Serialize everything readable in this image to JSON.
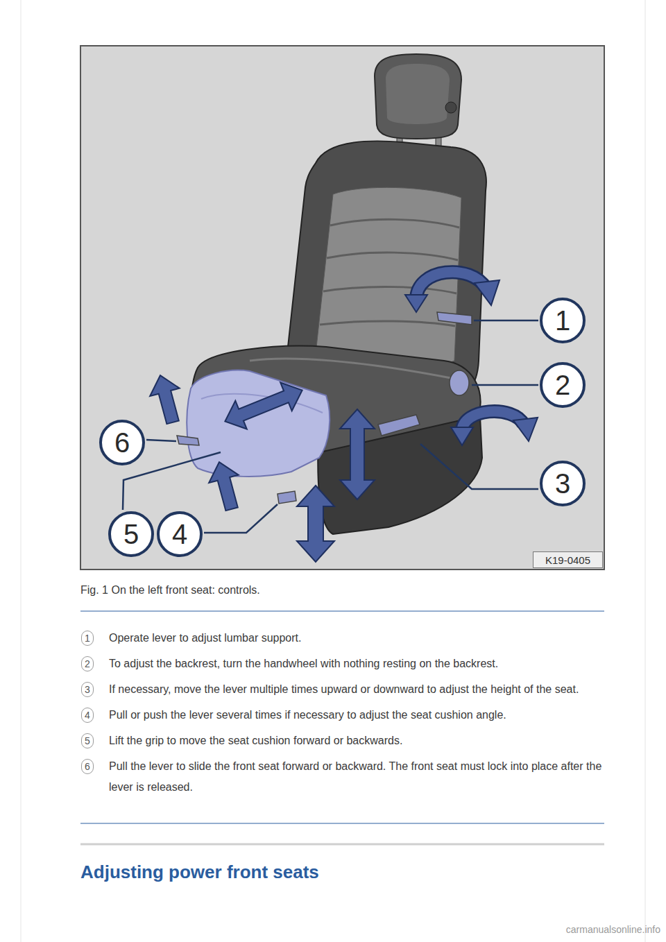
{
  "diagram": {
    "title": "Adjusting power front seats",
    "caption": "Fig. 1 On the left front seat: controls.",
    "nodes": [
      {
        "text": [
          "1"
        ]
      },
      {
        "text": [
          "2"
        ]
      },
      {
        "text": [
          "6"
        ]
      },
      {
        "text": [
          "3"
        ]
      },
      {
        "text": [
          "5"
        ]
      },
      {
        "text": [
          "4"
        ]
      },
      {
        "text": [
          "K19-0405"
        ]
      },
      {
        "text": [
          "1"
        ]
      },
      {
        "text": [
          "2"
        ]
      },
      {
        "text": [
          "3"
        ]
      },
      {
        "text": [
          "4"
        ]
      },
      {
        "text": [
          "5"
        ]
      },
      {
        "text": [
          "6"
        ]
      }
    ],
    "labels": [
      "Operate lever to adjust lumbar support.",
      "To adjust the backrest, turn the handwheel with nothing resting on the backrest.",
      "If necessary, move the lever multiple times upward or downward to adjust the height of the seat.",
      "Pull or push the lever several times if necessary to adjust the seat cushion angle.",
      "Lift the grip to move the seat cushion forward or backwards.",
      "Pull the lever to slide the front seat forward or backward. The front seat must lock into place after the lever is released.",
      "carmanualsonline.info"
    ]
  }
}
